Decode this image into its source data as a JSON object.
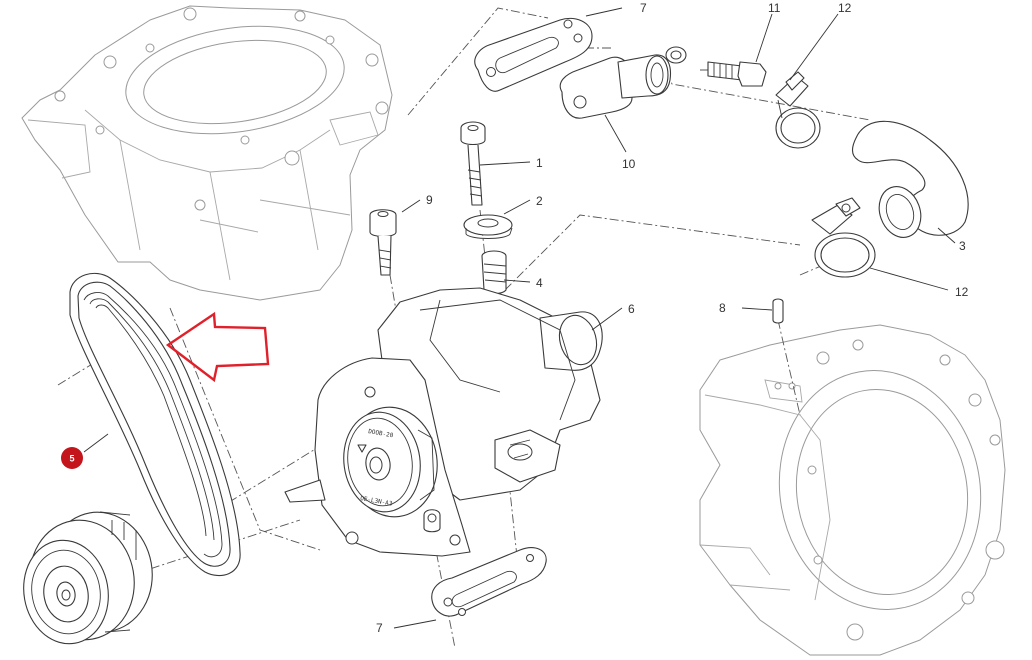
{
  "callouts": {
    "c1": "1",
    "c2": "2",
    "c3": "3",
    "c4": "4",
    "c5": "5",
    "c6": "6",
    "c7_top": "7",
    "c7_bottom": "7",
    "c8": "8",
    "c9": "9",
    "c10": "10",
    "c11": "11",
    "c12_top": "12",
    "c12_right": "12"
  },
  "pulley_markings": {
    "top": "DOOB-20",
    "bottom": "OE-L3N-A3"
  },
  "colors": {
    "highlight_arrow": "#e0202a",
    "highlight_badge": "#c4141c",
    "line": "#3a3a3a",
    "ghost": "#9a9a9a"
  },
  "highlight": {
    "part": "5",
    "arrow_icon": "arrow-left-outline-icon"
  }
}
